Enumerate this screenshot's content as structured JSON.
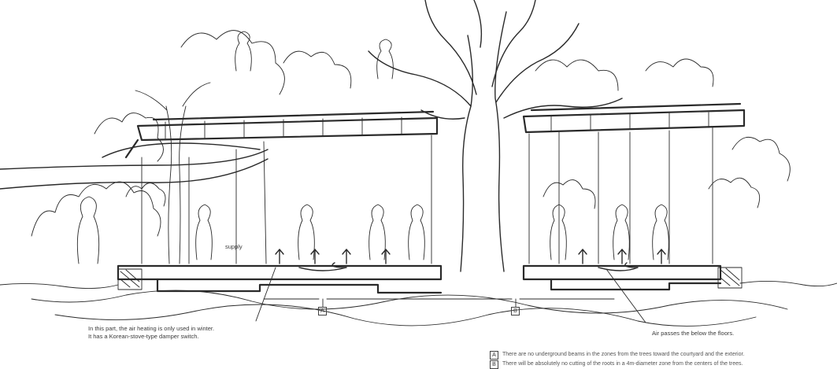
{
  "annotations": {
    "left_note_line1": "In this part, the air heating is only used in winter.",
    "left_note_line2": "It has a Korean-stove-type damper switch.",
    "right_note": "Air passes the below the floors.",
    "supply_label": "supply",
    "marker_a": "A",
    "marker_b": "B"
  },
  "footnotes": [
    {
      "marker": "A",
      "text": "There are no underground beams in the zones from the trees toward the courtyard and the exterior."
    },
    {
      "marker": "B",
      "text": "There will be absolutely no cutting of the roots in a 4m-diameter zone from the centers of the trees."
    }
  ]
}
